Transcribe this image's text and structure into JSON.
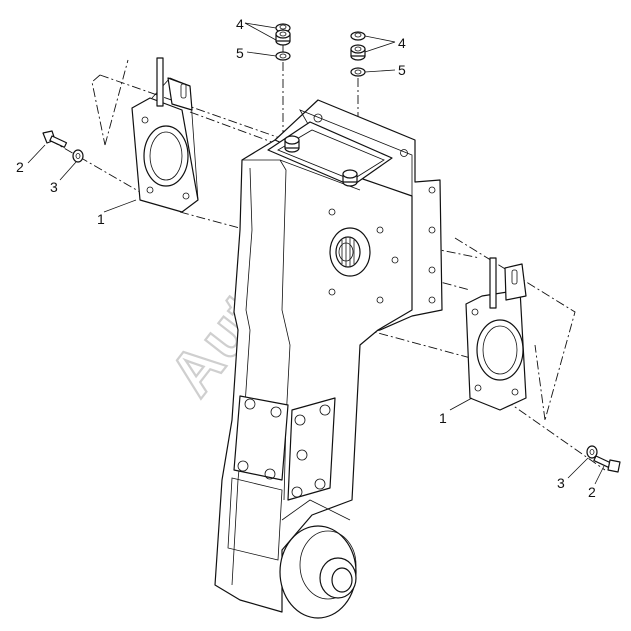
{
  "watermark": "AutoSoft",
  "callouts": {
    "plate_left": "1",
    "plate_right": "1",
    "bolt_left": "2",
    "bolt_right": "2",
    "washer_left": "3",
    "washer_right": "3",
    "nut_left": "4",
    "nut_right": "4",
    "lockwasher_left": "5",
    "lockwasher_right": "5"
  }
}
